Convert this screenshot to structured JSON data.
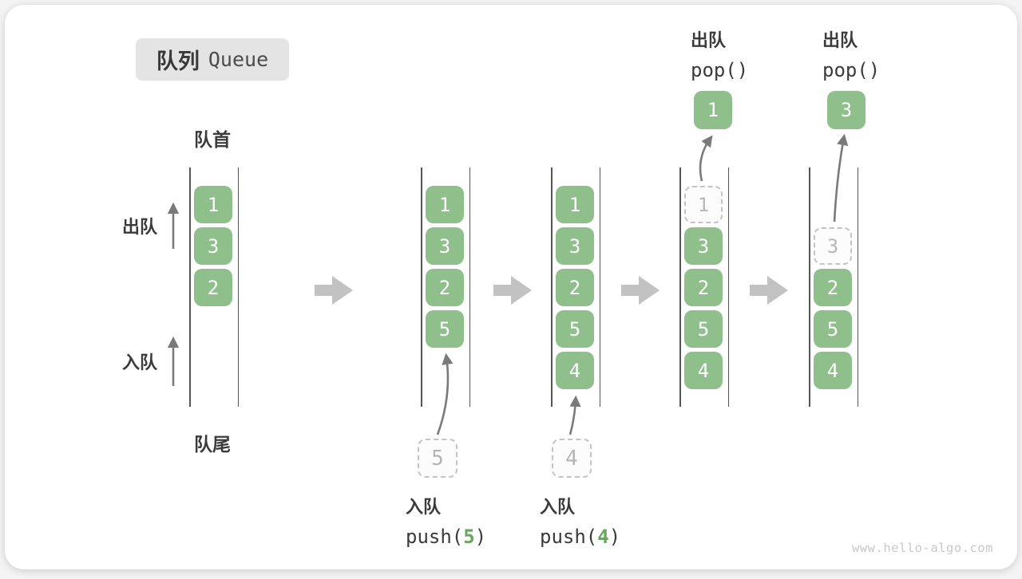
{
  "title": {
    "zh": "队列",
    "en": "Queue"
  },
  "labels": {
    "front": "队首",
    "rear": "队尾",
    "dequeue": "出队",
    "enqueue": "入队"
  },
  "annotations": {
    "push5": {
      "action": "入队",
      "fn_open": "push(",
      "arg": "5",
      "fn_close": ")"
    },
    "push4": {
      "action": "入队",
      "fn_open": "push(",
      "arg": "4",
      "fn_close": ")"
    },
    "pop1": {
      "action": "出队",
      "fn": "pop()"
    },
    "pop2": {
      "action": "出队",
      "fn": "pop()"
    }
  },
  "states": [
    {
      "name": "state-1",
      "slots": [
        {
          "row": 0,
          "v": "1"
        },
        {
          "row": 1,
          "v": "3"
        },
        {
          "row": 2,
          "v": "2"
        }
      ]
    },
    {
      "name": "state-2",
      "slots": [
        {
          "row": 0,
          "v": "1"
        },
        {
          "row": 1,
          "v": "3"
        },
        {
          "row": 2,
          "v": "2"
        },
        {
          "row": 3,
          "v": "5"
        }
      ],
      "incoming": "5"
    },
    {
      "name": "state-3",
      "slots": [
        {
          "row": 0,
          "v": "1"
        },
        {
          "row": 1,
          "v": "3"
        },
        {
          "row": 2,
          "v": "2"
        },
        {
          "row": 3,
          "v": "5"
        },
        {
          "row": 4,
          "v": "4"
        }
      ],
      "incoming": "4"
    },
    {
      "name": "state-4",
      "slots": [
        {
          "row": 0,
          "v": "1",
          "dashed": true
        },
        {
          "row": 1,
          "v": "3"
        },
        {
          "row": 2,
          "v": "2"
        },
        {
          "row": 3,
          "v": "5"
        },
        {
          "row": 4,
          "v": "4"
        }
      ],
      "popped": "1"
    },
    {
      "name": "state-5",
      "slots": [
        {
          "row": 1,
          "v": "3",
          "dashed": true
        },
        {
          "row": 2,
          "v": "2"
        },
        {
          "row": 3,
          "v": "5"
        },
        {
          "row": 4,
          "v": "4"
        }
      ],
      "popped": "3"
    }
  ],
  "watermark": "www.hello-algo.com",
  "colors": {
    "box_green": "#8fbf8a",
    "code_green": "#6aa45f",
    "text_dark": "#3a3a3a",
    "block_arrow": "#c2c2c2",
    "dashed_gray": "#c4c4c4"
  }
}
